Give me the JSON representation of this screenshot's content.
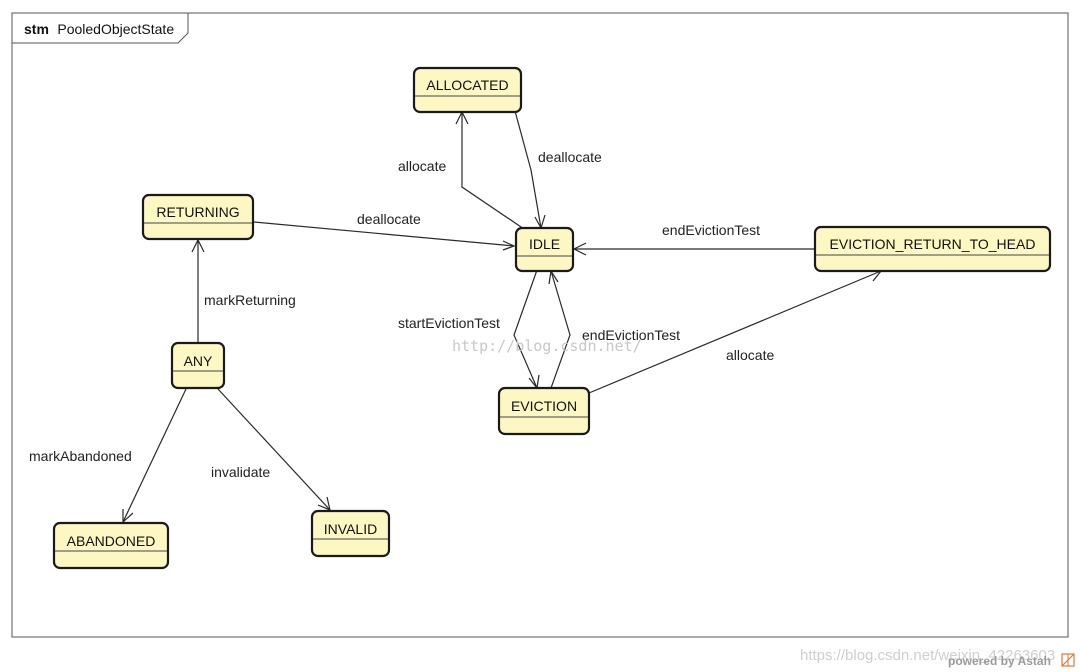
{
  "frame": {
    "keyword": "stm",
    "name": "PooledObjectState"
  },
  "states": [
    {
      "id": "allocated",
      "label": "ALLOCATED"
    },
    {
      "id": "returning",
      "label": "RETURNING"
    },
    {
      "id": "idle",
      "label": "IDLE"
    },
    {
      "id": "eviction_return_to_head",
      "label": "EVICTION_RETURN_TO_HEAD"
    },
    {
      "id": "any",
      "label": "ANY"
    },
    {
      "id": "eviction",
      "label": "EVICTION"
    },
    {
      "id": "abandoned",
      "label": "ABANDONED"
    },
    {
      "id": "invalid",
      "label": "INVALID"
    }
  ],
  "transitions": [
    {
      "id": "idle-to-allocated",
      "from": "idle",
      "to": "allocated",
      "label": "allocate"
    },
    {
      "id": "allocated-to-idle",
      "from": "allocated",
      "to": "idle",
      "label": "deallocate"
    },
    {
      "id": "returning-to-idle",
      "from": "returning",
      "to": "idle",
      "label": "deallocate"
    },
    {
      "id": "erth-to-idle",
      "from": "eviction_return_to_head",
      "to": "idle",
      "label": "endEvictionTest"
    },
    {
      "id": "any-to-returning",
      "from": "any",
      "to": "returning",
      "label": "markReturning"
    },
    {
      "id": "idle-to-eviction",
      "from": "idle",
      "to": "eviction",
      "label": "startEvictionTest"
    },
    {
      "id": "eviction-to-idle",
      "from": "eviction",
      "to": "idle",
      "label": "endEvictionTest"
    },
    {
      "id": "eviction-to-erth",
      "from": "eviction",
      "to": "eviction_return_to_head",
      "label": "allocate"
    },
    {
      "id": "any-to-abandoned",
      "from": "any",
      "to": "abandoned",
      "label": "markAbandoned"
    },
    {
      "id": "any-to-invalid",
      "from": "any",
      "to": "invalid",
      "label": "invalidate"
    }
  ],
  "watermarks": {
    "center": "http://blog.csdn.net/",
    "footer": "https://blog.csdn.net/weixin_42263603",
    "powered": "powered by Astah"
  }
}
